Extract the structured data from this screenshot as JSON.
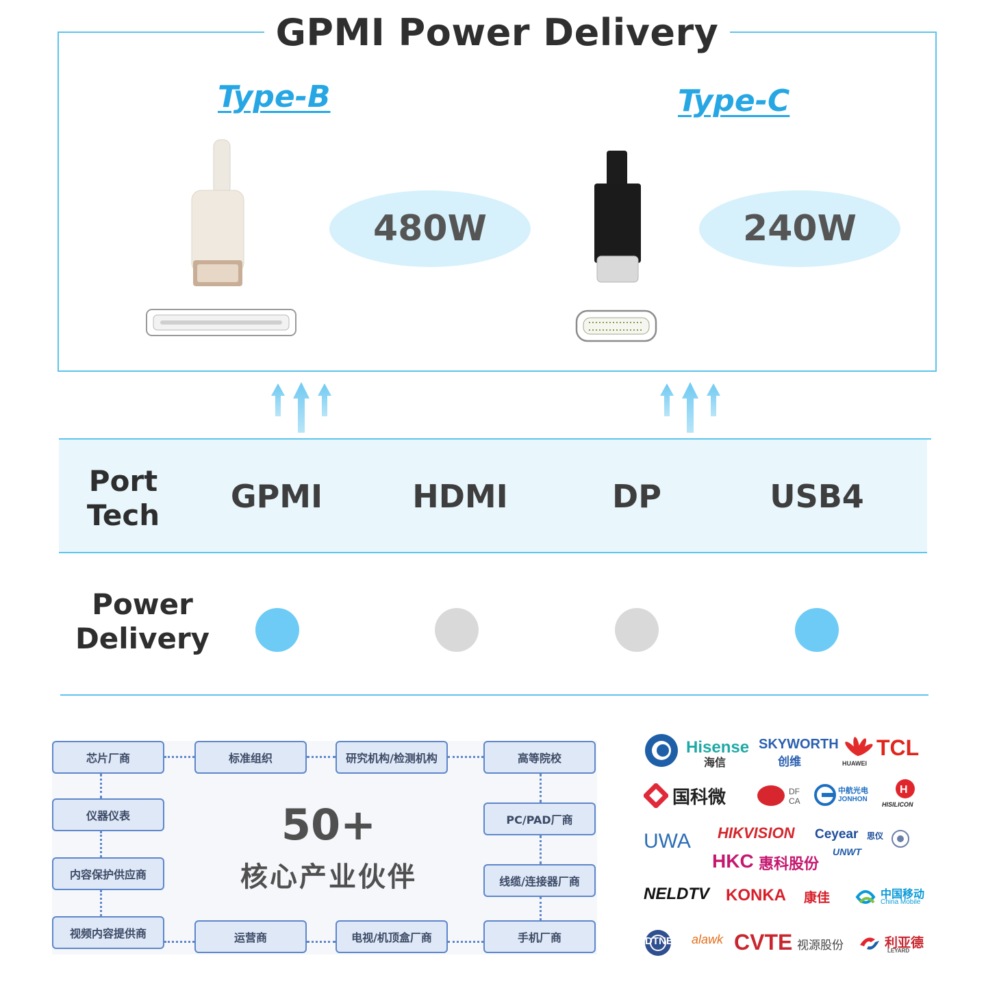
{
  "title": "GPMI Power Delivery",
  "connectors": [
    {
      "type": "Type-B",
      "power": "480W"
    },
    {
      "type": "Type-C",
      "power": "240W"
    }
  ],
  "table": {
    "tech_label_1": "Port",
    "tech_label_2": "Tech",
    "power_label_1": "Power",
    "power_label_2": "Delivery",
    "techs": [
      {
        "name": "GPMI",
        "power_delivery": true
      },
      {
        "name": "HDMI",
        "power_delivery": false
      },
      {
        "name": "DP",
        "power_delivery": false
      },
      {
        "name": "USB4",
        "power_delivery": true
      }
    ]
  },
  "colors": {
    "accent": "#5cc4ec",
    "type_label": "#26a7e4",
    "dot_on": "#6dcbf5",
    "dot_off": "#d9d9d9",
    "box_border": "#5d86c9",
    "box_fill": "#dfe8f7"
  },
  "partners": {
    "count": "50+",
    "caption": "核心产业伙伴",
    "boxes": [
      "芯片厂商",
      "标准组织",
      "研究机构/检测机构",
      "高等院校",
      "仪器仪表",
      "PC/PAD厂商",
      "内容保护供应商",
      "线缆/连接器厂商",
      "视频内容提供商",
      "运营商",
      "电视/机顶盒厂商",
      "手机厂商"
    ]
  },
  "logos": {
    "hisense": "Hisense",
    "hisense_cn": "海信",
    "skyworth": "SKYWORTH",
    "skyworth_cn": "创维",
    "huawei": "HUAWEI",
    "tcl": "TCL",
    "guokewei": "国科微",
    "zhonghang": "中航光电",
    "jonhon": "JONHON",
    "hisilicon": "HISILICON",
    "uwa": "UWA",
    "hikvision": "HIKVISION",
    "ceyear": "Ceyear",
    "ceyear_cn": "思仪",
    "hkc": "HKC",
    "hkc_cn": "惠科股份",
    "unwt": "UNWT",
    "neldtv": "NELDTV",
    "konka": "KONKA",
    "konka_cn": "康佳",
    "chinamobile_cn": "中国移动",
    "chinamobile": "China Mobile",
    "dtnel": "DTNEL",
    "alawk": "alawk",
    "cvte": "CVTE",
    "cvte_cn": "视源股份",
    "leyard_cn": "利亚德",
    "leyard": "LEYARD"
  }
}
